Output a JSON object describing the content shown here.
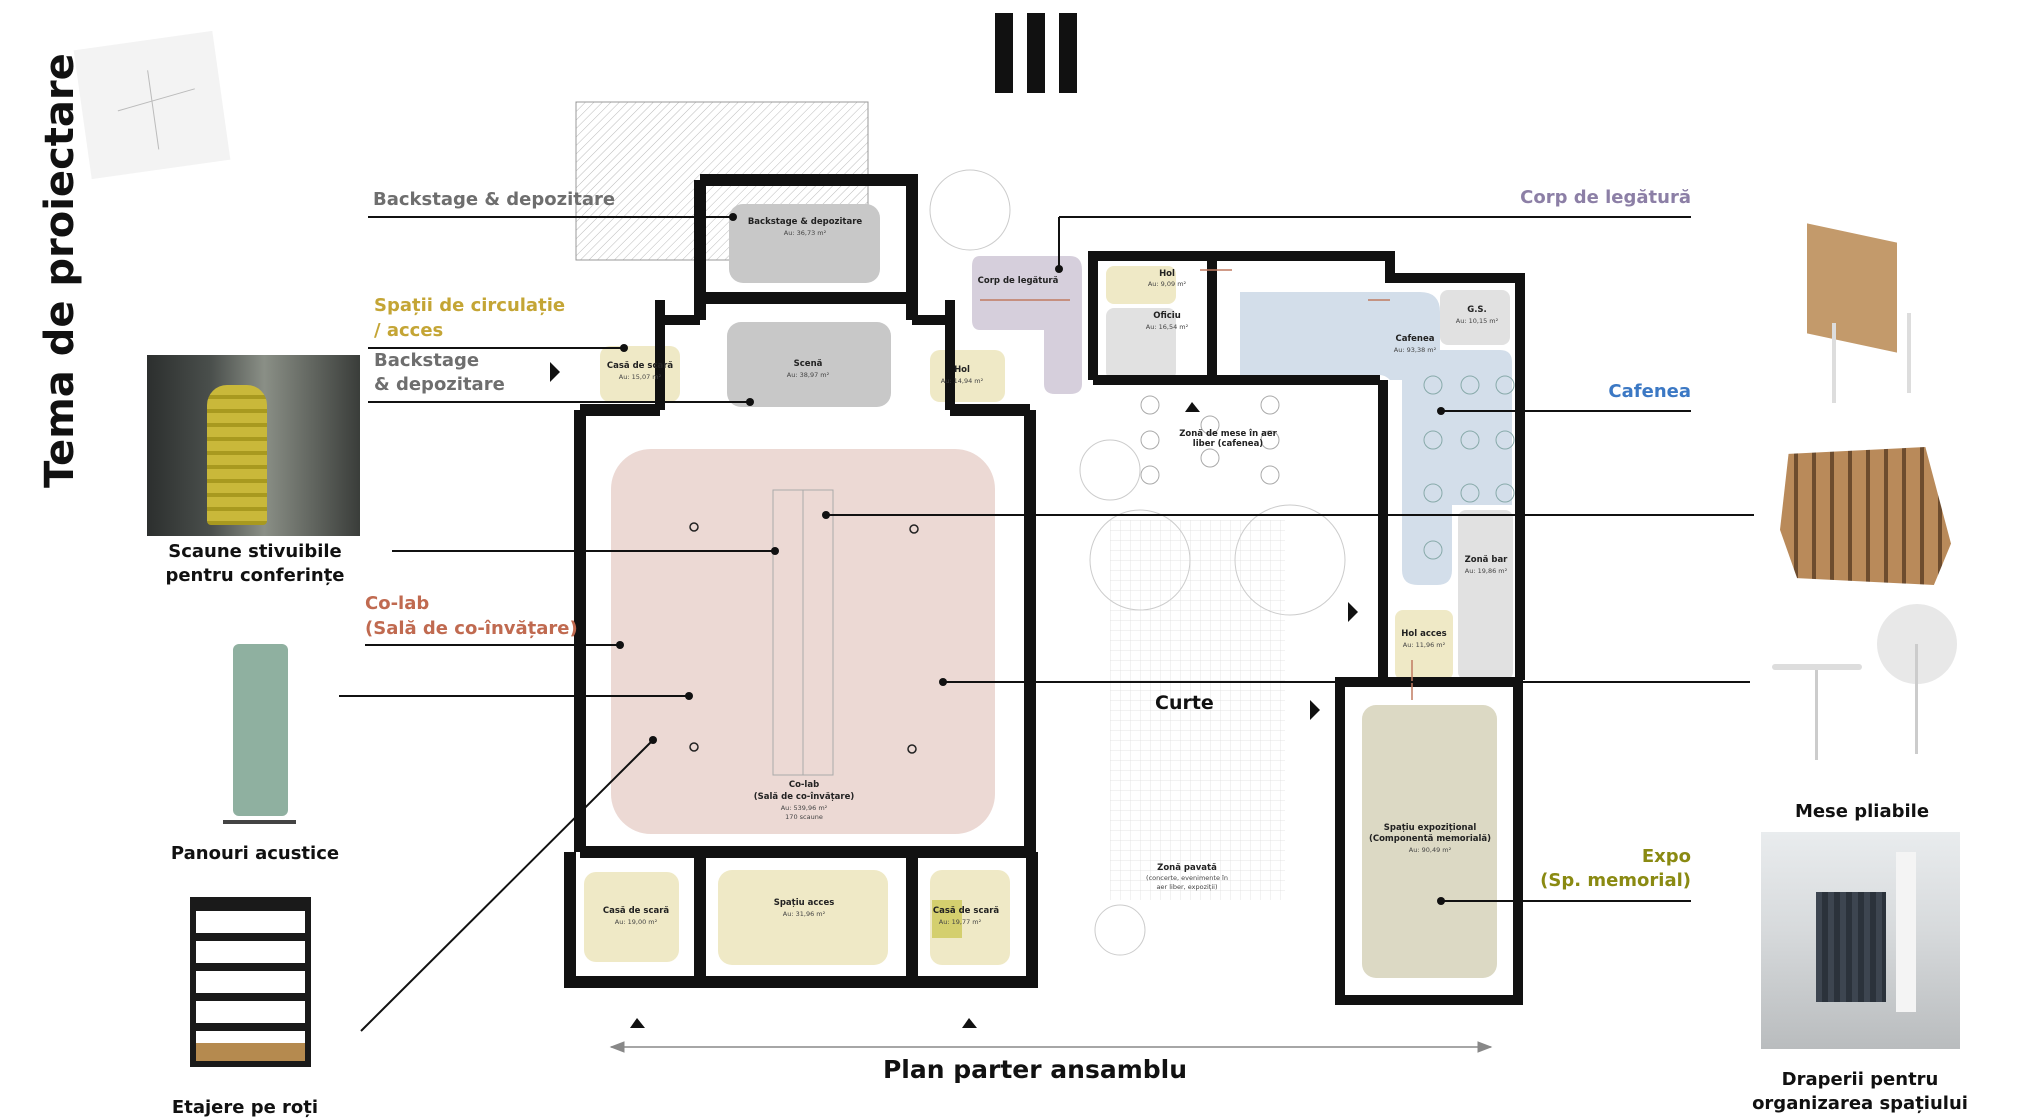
{
  "page": {
    "vertical_title": "Tema de proiectare",
    "plan_title": "Plan parter ansamblu",
    "courtyard_label": "Curte"
  },
  "callouts_left": {
    "backstage_top": "Backstage & depozitare",
    "circulation_1": "Spații de circulație",
    "circulation_2": "/ acces",
    "backstage_2a": "Backstage",
    "backstage_2b": "& depozitare",
    "colab_1": "Co-lab",
    "colab_2": "(Sală de co-învățare)"
  },
  "callouts_right": {
    "corp": "Corp de legătură",
    "cafenea": "Cafenea",
    "expo_1": "Expo",
    "expo_2": "(Sp. memorial)"
  },
  "furniture_left": {
    "chairs_1": "Scaune stivuibile",
    "chairs_2": "pentru conferințe",
    "panels": "Panouri acustice",
    "shelves": "Etajere pe roți"
  },
  "furniture_right": {
    "tables": "Mese pliabile",
    "curtains_1": "Draperii pentru",
    "curtains_2": "organizarea spațiului"
  },
  "rooms": {
    "backstage": {
      "name": "Backstage & depozitare",
      "area": "Au: 36,73 m²"
    },
    "scena": {
      "name": "Scenă",
      "area": "Au: 38,97 m²"
    },
    "stair_top": {
      "name": "Casă de scară",
      "area": "Au: 15,07 m²"
    },
    "hol_1": {
      "name": "Hol",
      "area": "Au: 14,94 m²"
    },
    "corp": {
      "name": "Corp de legătură"
    },
    "hol_2": {
      "name": "Hol",
      "area": "Au: 9,09 m²"
    },
    "oficiu": {
      "name": "Oficiu",
      "area": "Au: 16,54 m²"
    },
    "cafenea": {
      "name": "Cafenea",
      "area": "Au: 93,38 m²"
    },
    "gs": {
      "name": "G.S.",
      "area": "Au: 10,15 m²"
    },
    "bar": {
      "name": "Zonă bar",
      "area": "Au: 19,86 m²"
    },
    "hol_acces": {
      "name": "Hol acces",
      "area": "Au: 11,96 m²"
    },
    "outdoor": {
      "name_1": "Zonă de mese în aer",
      "name_2": "liber (cafenea)"
    },
    "colab": {
      "name": "Co-lab",
      "sub": "(Sală de co-învățare)",
      "area": "Au: 539,96 m²",
      "seats": "170 scaune"
    },
    "stair_bl": {
      "name": "Casă de scară",
      "area": "Au: 19,00 m²"
    },
    "acces": {
      "name": "Spațiu acces",
      "area": "Au: 31,96 m²"
    },
    "stair_br": {
      "name": "Casă de scară",
      "area": "Au: 19,77 m²"
    },
    "paved": {
      "name": "Zonă pavată",
      "d1": "(concerte, evenimente în",
      "d2": "aer liber, expoziții)"
    },
    "expo": {
      "name": "Spațiu expozițional",
      "sub": "(Componentă memorială)",
      "area": "Au: 90,49 m²"
    }
  },
  "colors": {
    "circulation": "#efe9c6",
    "storage": "#c8c8c8",
    "colab": "#ecd9d4",
    "corp": "#d6cfdc",
    "cafe": "#d3deea",
    "expo": "#dcd9c4"
  }
}
